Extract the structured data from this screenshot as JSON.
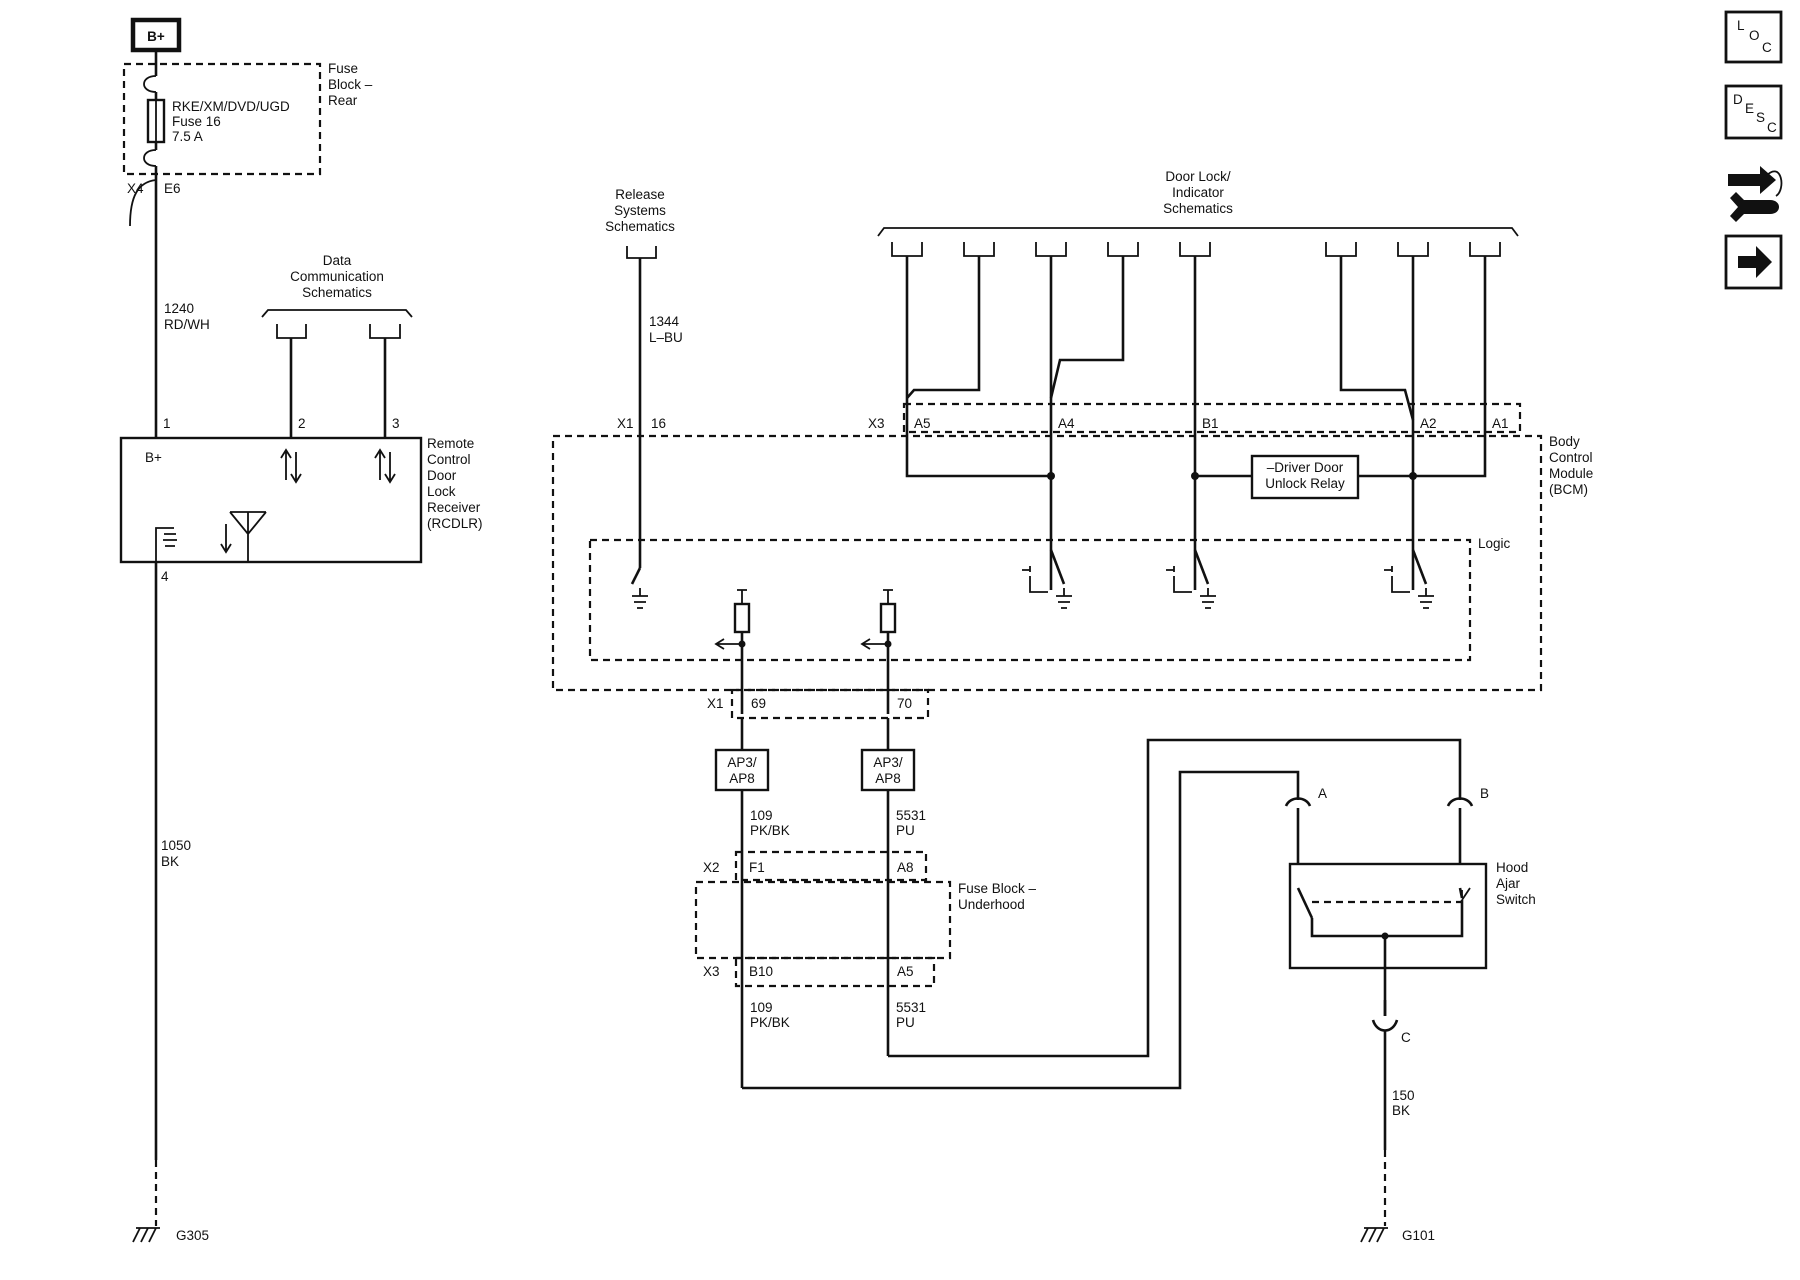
{
  "power": {
    "source": "B+"
  },
  "fuse_block_rear": {
    "title_lines": [
      "Fuse",
      "Block –",
      "Rear"
    ],
    "fuse_lines": [
      "RKE/XM/DVD/UGD",
      "Fuse 16",
      "7.5 A"
    ],
    "connector": "X4",
    "pin": "E6"
  },
  "wire_1240": {
    "circuit": "1240",
    "color": "RD/WH"
  },
  "data_comm": {
    "title_lines": [
      "Data",
      "Communication",
      "Schematics"
    ]
  },
  "rcdlr": {
    "pins": [
      "1",
      "2",
      "3",
      "4"
    ],
    "bplus": "B+",
    "title_lines": [
      "Remote",
      "Control",
      "Door",
      "Lock",
      "Receiver",
      "(RCDLR)"
    ]
  },
  "wire_1050": {
    "circuit": "1050",
    "color": "BK"
  },
  "ground_g305": "G305",
  "release_systems": {
    "title_lines": [
      "Release",
      "Systems",
      "Schematics"
    ]
  },
  "wire_1344": {
    "circuit": "1344",
    "color": "L–BU"
  },
  "bcm": {
    "x1": {
      "connector": "X1",
      "pin": "16"
    },
    "x3": {
      "connector": "X3",
      "pins": [
        "A5",
        "A4",
        "B1",
        "A2",
        "A1"
      ]
    },
    "title_lines": [
      "Body",
      "Control",
      "Module",
      "(BCM)"
    ],
    "relay_lines": [
      "–Driver Door",
      "Unlock Relay"
    ],
    "logic": "Logic",
    "bottom": {
      "connector": "X1",
      "pins": [
        "69",
        "70"
      ]
    }
  },
  "door_lock": {
    "title_lines": [
      "Door Lock/",
      "Indicator",
      "Schematics"
    ]
  },
  "inline_left": {
    "label_lines": [
      "AP3/",
      "AP8"
    ]
  },
  "inline_right": {
    "label_lines": [
      "AP3/",
      "AP8"
    ]
  },
  "wire_109": {
    "circuit": "109",
    "color": "PK/BK"
  },
  "wire_5531": {
    "circuit": "5531",
    "color": "PU"
  },
  "fuse_block_under": {
    "title_lines": [
      "Fuse Block –",
      "Underhood"
    ],
    "x2": {
      "connector": "X2",
      "pins": [
        "F1",
        "A8"
      ]
    },
    "x3": {
      "connector": "X3",
      "pins": [
        "B10",
        "A5"
      ]
    }
  },
  "hood_switch": {
    "title_lines": [
      "Hood",
      "Ajar",
      "Switch"
    ],
    "pins": [
      "A",
      "B",
      "C"
    ]
  },
  "wire_150": {
    "circuit": "150",
    "color": "BK"
  },
  "ground_g101": "G101",
  "nav": {
    "loc": [
      "L",
      "O",
      "C"
    ],
    "desc": [
      "D",
      "E",
      "S",
      "C"
    ]
  }
}
